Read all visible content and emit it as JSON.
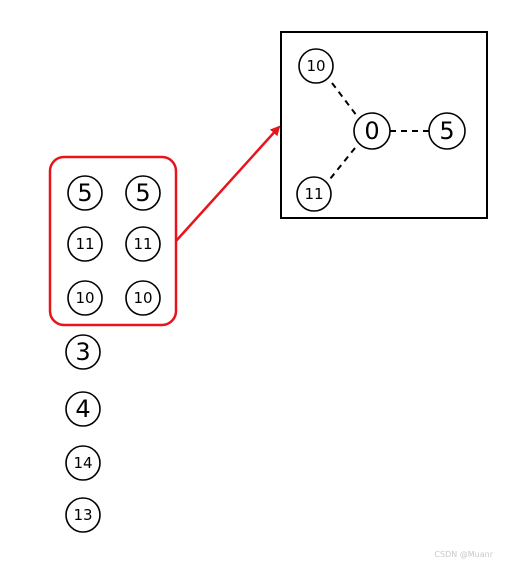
{
  "left_column": {
    "group_rows": [
      [
        "5",
        "5"
      ],
      [
        "11",
        "11"
      ],
      [
        "10",
        "10"
      ]
    ],
    "single_nodes": [
      "3",
      "4",
      "14",
      "13"
    ]
  },
  "graph": {
    "center": "0",
    "neighbors": [
      "10",
      "5",
      "11"
    ]
  },
  "colors": {
    "highlight": "#e8141b",
    "ink": "#000000"
  },
  "watermark": "CSDN @Muanr"
}
